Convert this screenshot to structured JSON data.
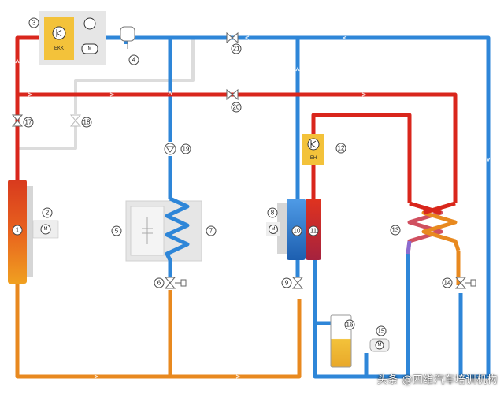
{
  "components": {
    "c1": "1",
    "c2": "2",
    "c3": "3",
    "c4": "4",
    "c5": "5",
    "c6": "6",
    "c7": "7",
    "c8": "8",
    "c9": "9",
    "c10": "10",
    "c11": "11",
    "c12": "12",
    "c13": "13",
    "c14": "14",
    "c15": "15",
    "c16": "16",
    "c17": "17",
    "c18": "18",
    "c19": "19",
    "c20": "20",
    "c21": "21"
  },
  "labels": {
    "ekk": "EKK",
    "eh": "EH"
  },
  "watermark": "头条 @四维汽车培训机构",
  "colors": {
    "hot": "#d9261c",
    "cold": "#2e86d8",
    "warm": "#e8891f",
    "inactive": "#dcdcdc"
  }
}
